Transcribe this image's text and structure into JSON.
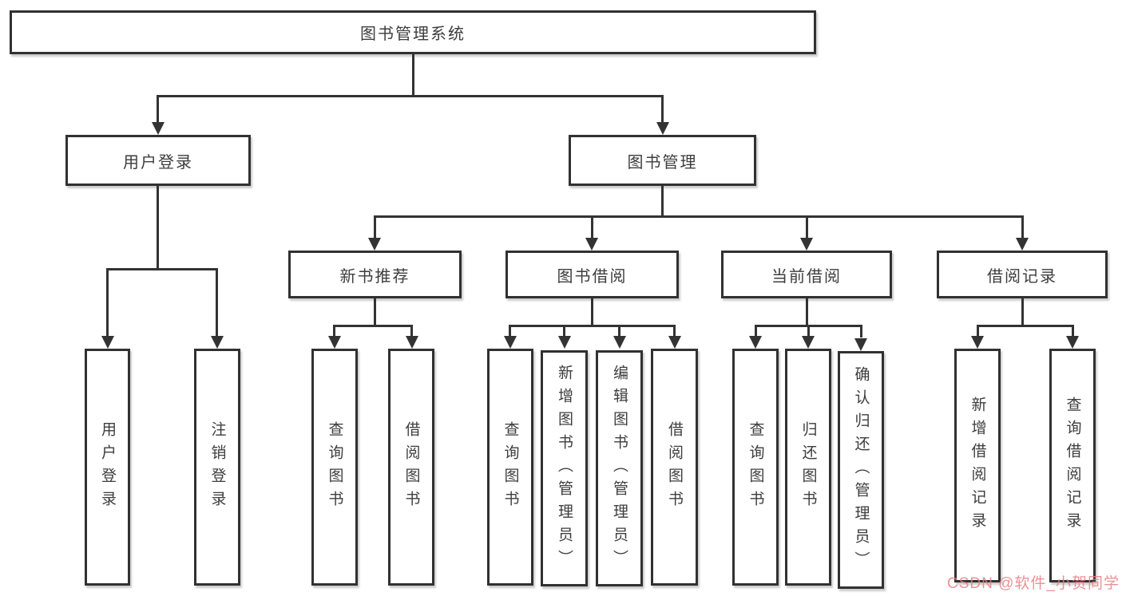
{
  "tree": {
    "label": "图书管理系统",
    "children": [
      {
        "label": "用户登录",
        "children": [
          {
            "label": "用户登录"
          },
          {
            "label": "注销登录"
          }
        ]
      },
      {
        "label": "图书管理",
        "children": [
          {
            "label": "新书推荐",
            "children": [
              {
                "label": "查询图书"
              },
              {
                "label": "借阅图书"
              }
            ]
          },
          {
            "label": "图书借阅",
            "children": [
              {
                "label": "查询图书"
              },
              {
                "label": "新增图书（管理员）"
              },
              {
                "label": "编辑图书（管理员）"
              },
              {
                "label": "借阅图书"
              }
            ]
          },
          {
            "label": "当前借阅",
            "children": [
              {
                "label": "查询图书"
              },
              {
                "label": "归还图书"
              },
              {
                "label": "确认归还（管理员）"
              }
            ]
          },
          {
            "label": "借阅记录",
            "children": [
              {
                "label": "新增借阅记录"
              },
              {
                "label": "查询借阅记录"
              }
            ]
          }
        ]
      }
    ]
  },
  "watermark": {
    "text": "CSDN @软件_小贺同学"
  },
  "colors": {
    "line": "#333333",
    "box_border": "#313131",
    "text": "#3d3d3d",
    "watermark": "#e77e84",
    "background": "#ffffff"
  }
}
